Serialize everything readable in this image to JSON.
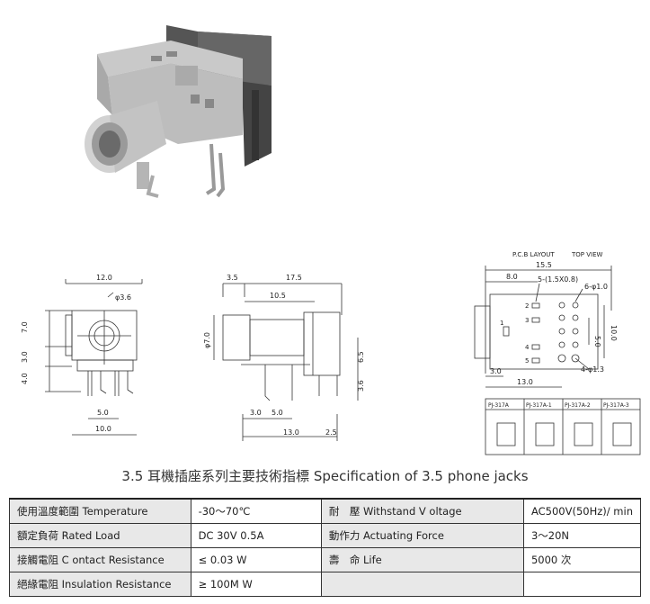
{
  "pcb_caption": "P.C.B LAYOUT",
  "top_view_caption": "TOP VIEW",
  "front_view": {
    "dim_width": "12.0",
    "dim_hole": "φ3.6",
    "dim_height": "7.0",
    "dim_side_a": "3.0",
    "dim_side_b": "4.0",
    "dim_pin_pitch": "5.0",
    "dim_base": "10.0"
  },
  "side_view": {
    "dim_front": "3.5",
    "dim_length": "17.5",
    "dim_body": "10.5",
    "dim_dia": "φ7.0",
    "dim_h1": "6.5",
    "dim_h2": "3.6",
    "dim_pin1": "3.0",
    "dim_pin2": "5.0",
    "dim_total": "13.0",
    "dim_end": "2.5"
  },
  "pcb_layout": {
    "dim_width": "15.5",
    "dim_inner": "8.0",
    "dim_slot": "5-(1.5X0.8)",
    "dim_holes": "6-φ1.0",
    "dim_v1": "5.0",
    "dim_v2": "10.0",
    "dim_left": "3.0",
    "dim_bottom": "13.0",
    "dim_big_holes": "4-φ1.3",
    "pins": [
      "1",
      "2",
      "3",
      "4",
      "5"
    ]
  },
  "variants": [
    "PJ-317A",
    "PJ-317A-1",
    "PJ-317A-2",
    "PJ-317A-3"
  ],
  "spec_title": "3.5 耳機插座系列主要技術指標 Specification of 3.5 phone jacks",
  "specs": [
    {
      "label1": "使用溫度範圍 Temperature",
      "value1": "-30～70℃",
      "label2": "耐　壓 Withstand V oltage",
      "value2": "AC500V(50Hz)/ min"
    },
    {
      "label1": "額定負荷 Rated Load",
      "value1": "DC 30V 0.5A",
      "label2": "動作力 Actuating Force",
      "value2": "3～20N"
    },
    {
      "label1": "接觸電阻 C ontact Resistance",
      "value1": "≤ 0.03 W",
      "label2": "壽　命 Life",
      "value2": "5000 次"
    },
    {
      "label1": "絕緣電阻 Insulation Resistance",
      "value1": "≥ 100M W",
      "label2": "",
      "value2": ""
    }
  ]
}
